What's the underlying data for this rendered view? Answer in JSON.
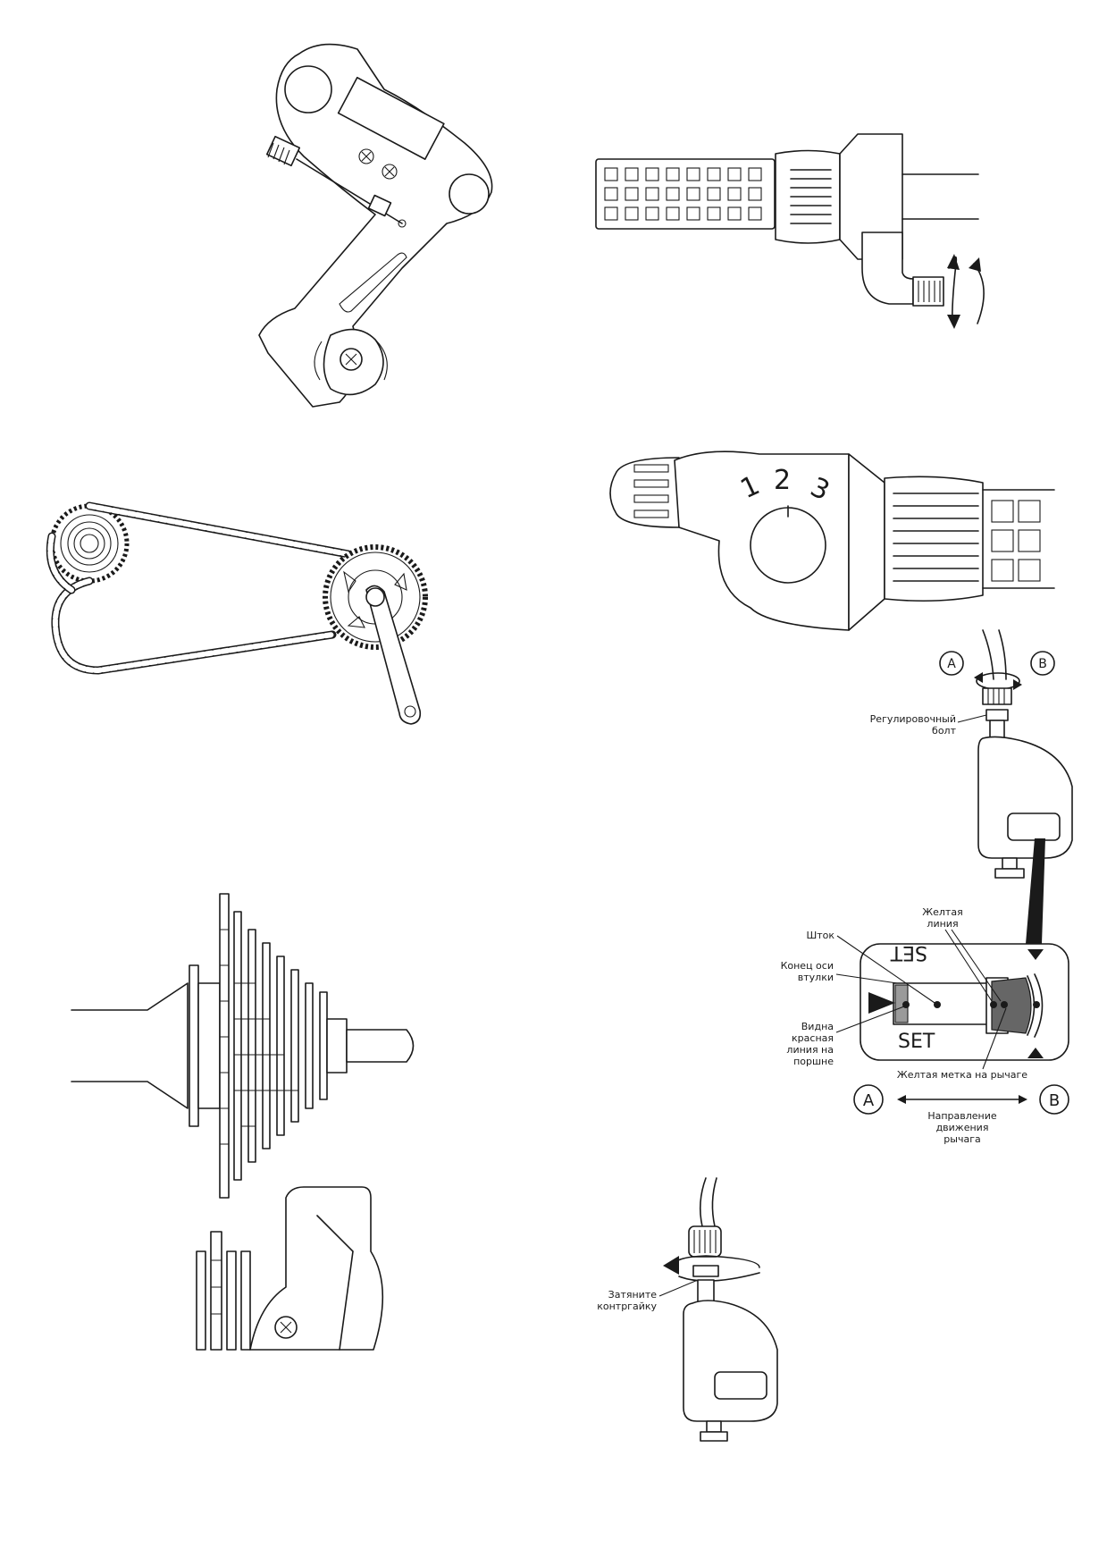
{
  "shifter_gears": {
    "g1": "1",
    "g2": "2",
    "g3": "3"
  },
  "diagram_setup": {
    "label_a": "A",
    "label_b": "B",
    "adjust_bolt": [
      "Регулировочный",
      "болт"
    ],
    "rod": "Шток",
    "axle_end": [
      "Конец оси",
      "втулки"
    ],
    "red_line": [
      "Видна",
      "красная",
      "линия на",
      "поршне"
    ],
    "yellow_line": [
      "Желтая",
      "линия"
    ],
    "yellow_mark": "Желтая метка на рычаге",
    "direction": [
      "Направление",
      "движения",
      "рычага"
    ],
    "set_top": "SET",
    "set_bottom": "SET"
  },
  "diagram_locknut": {
    "label": [
      "Затяните",
      "контргайку"
    ]
  },
  "colors": {
    "ink": "#1a1a1a",
    "marker_gray": "#9a9a9a",
    "dark_gray": "#666666"
  }
}
